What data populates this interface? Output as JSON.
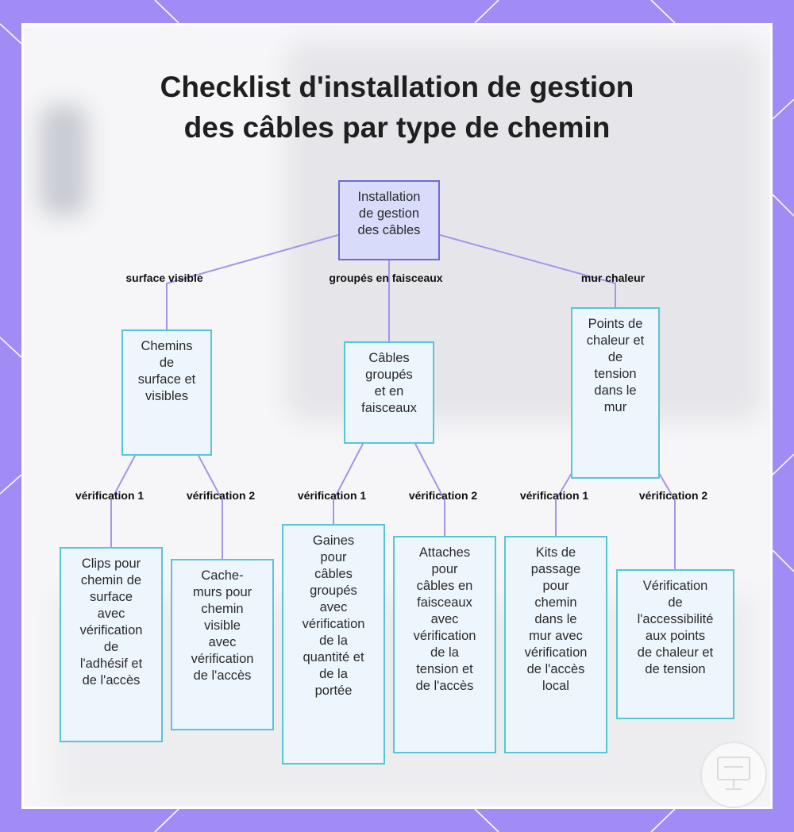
{
  "title_lines": [
    "Checklist d'installation de gestion",
    "des câbles par type de chemin"
  ],
  "colors": {
    "frame": "#a08cf4",
    "root_fill": "#d9dbfb",
    "root_border": "#6d6bd6",
    "node_fill": "#eef6fd",
    "node_border": "#56c6d6",
    "edge": "#a794e8"
  },
  "nodes": {
    "root": [
      "Installation",
      "de gestion",
      "des câbles"
    ],
    "surface": [
      "Chemins",
      "de",
      "surface et",
      "visibles"
    ],
    "groupes": [
      "Câbles",
      "groupés",
      "et en",
      "faisceaux"
    ],
    "mur": [
      "Points de",
      "chaleur et",
      "de",
      "tension",
      "dans le",
      "mur"
    ],
    "clips": [
      "Clips pour",
      "chemin de",
      "surface",
      "avec",
      "vérification",
      "de",
      "l'adhésif et",
      "de l'accès"
    ],
    "cache": [
      "Cache-",
      "murs pour",
      "chemin",
      "visible",
      "avec",
      "vérification",
      "de l'accès"
    ],
    "gaines": [
      "Gaines",
      "pour",
      "câbles",
      "groupés",
      "avec",
      "vérification",
      "de la",
      "quantité et",
      "de la",
      "portée"
    ],
    "attaches": [
      "Attaches",
      "pour",
      "câbles en",
      "faisceaux",
      "avec",
      "vérification",
      "de la",
      "tension et",
      "de l'accès"
    ],
    "kits": [
      "Kits de",
      "passage",
      "pour",
      "chemin",
      "dans le",
      "mur avec",
      "vérification",
      "de l'accès",
      "local"
    ],
    "accessibilite": [
      "Vérification",
      "de",
      "l'accessibilité",
      "aux points",
      "de chaleur et",
      "de tension"
    ]
  },
  "edge_labels": {
    "surface": "surface visible",
    "groupes": "groupés en faisceaux",
    "mur": "mur chaleur",
    "surface_v1": "vérification 1",
    "surface_v2": "vérification 2",
    "groupes_v1": "vérification 1",
    "groupes_v2": "vérification 2",
    "mur_v1": "vérification 1",
    "mur_v2": "vérification 2"
  },
  "logo_icon": "monitor-icon"
}
